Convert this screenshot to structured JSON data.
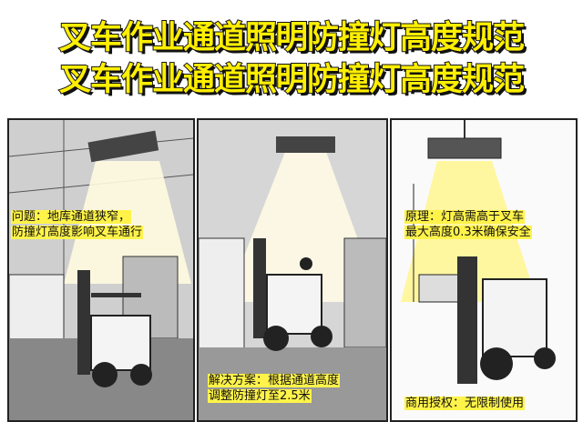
{
  "title_lines": [
    "叉车作业通道照明防撞灯高度规范",
    "叉车作业通道照明防撞灯高度规范"
  ],
  "panels": [
    {
      "caption": [
        "问题：地库通道狭窄，",
        "防撞灯高度影响叉车通行"
      ]
    },
    {
      "caption": [
        "解决方案：根据通道高度",
        "调整防撞灯至2.5米"
      ]
    },
    {
      "caption": [
        "原理：灯高需高于叉车",
        "最大高度0.3米确保安全"
      ],
      "footer": "商用授权：无限制使用"
    }
  ],
  "colors": {
    "title_fill": "#ffef00",
    "caption_highlight": "#fff34a",
    "light_beam": "#fff6a0"
  }
}
